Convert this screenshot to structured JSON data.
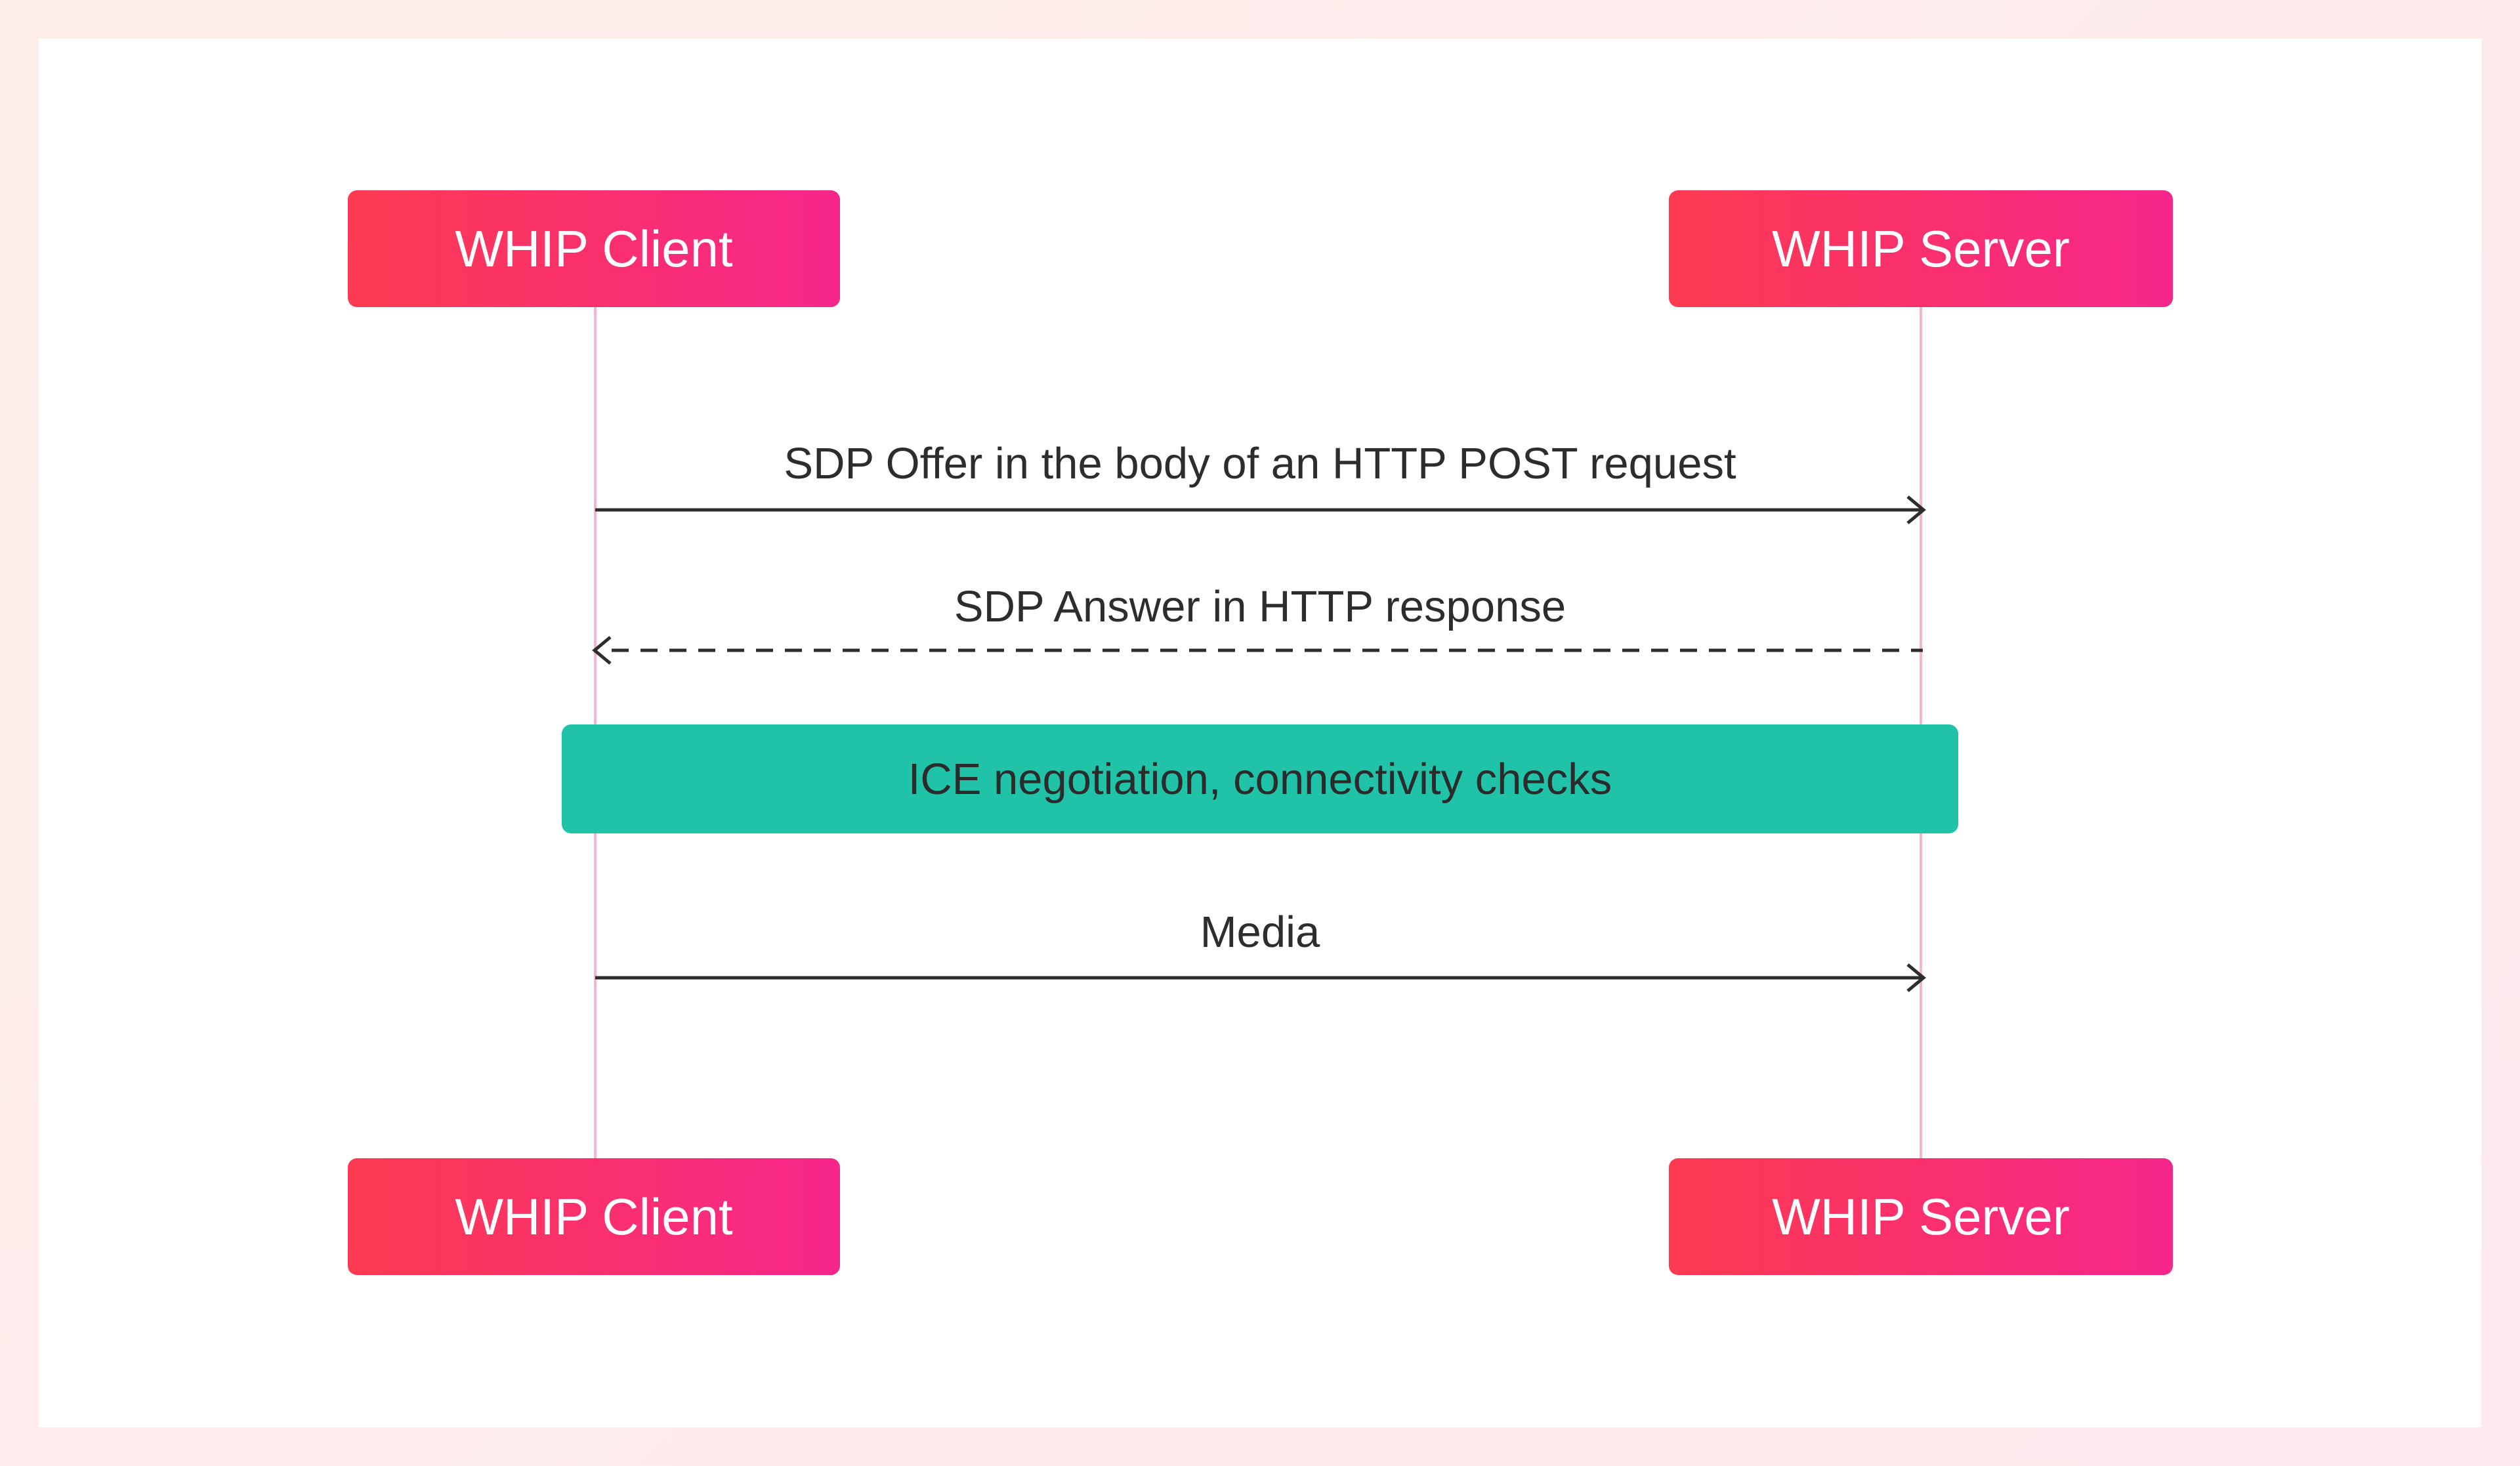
{
  "diagram": {
    "participants": {
      "client_label": "WHIP Client",
      "server_label": "WHIP Server"
    },
    "messages": [
      {
        "from": "WHIP Client",
        "to": "WHIP Server",
        "label": "SDP Offer in the body of an HTTP POST request",
        "style": "solid"
      },
      {
        "from": "WHIP Server",
        "to": "WHIP Client",
        "label": "SDP Answer in HTTP response",
        "style": "dashed"
      },
      {
        "from": "WHIP Client",
        "to": "WHIP Server",
        "label": "Media",
        "style": "solid"
      }
    ],
    "note": {
      "label": "ICE negotiation, connectivity checks",
      "spans": [
        "WHIP Client",
        "WHIP Server"
      ]
    }
  },
  "colors": {
    "actor_gradient_start": "#fd3a50",
    "actor_gradient_end": "#f7268b",
    "note_fill": "#20c3a8",
    "lifeline": "#f7b3d3",
    "arrow": "#2d2d2d"
  }
}
